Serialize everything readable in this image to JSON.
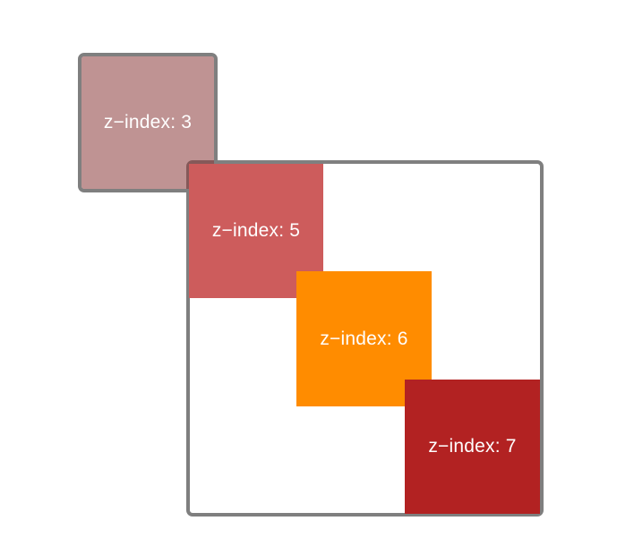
{
  "boxes": [
    {
      "id": "z3",
      "label": "z−index: 3",
      "color": "#8b3a3a"
    },
    {
      "id": "z5",
      "label": "z−index: 5",
      "color": "#cd5c5c"
    },
    {
      "id": "z6",
      "label": "z−index: 6",
      "color": "#ff8c00"
    },
    {
      "id": "z7",
      "label": "z−index: 7",
      "color": "#b22222"
    }
  ],
  "container": {
    "border_color": "#7f7f7f",
    "background": "#ffffff"
  }
}
